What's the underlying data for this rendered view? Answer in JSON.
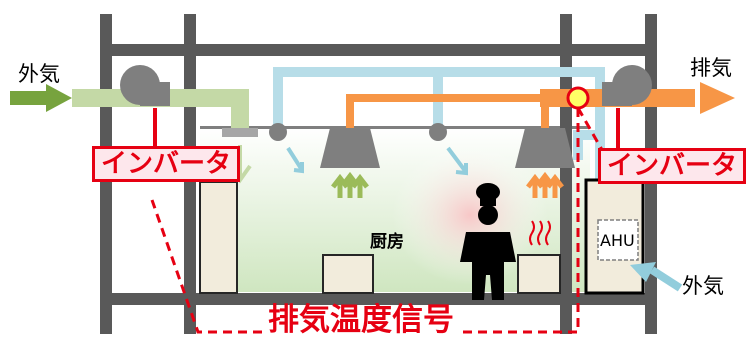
{
  "labels": {
    "outside_air_left": "外気",
    "exhaust": "排気",
    "inverter_left": "インバータ",
    "inverter_right": "インバータ",
    "kitchen": "厨房",
    "ahu": "AHU",
    "outside_air_right": "外気",
    "exhaust_temp_signal": "排気温度信号"
  },
  "colors": {
    "structure": "#595959",
    "supply_duct": "#c4d9a6",
    "fresh_air_arrow": "#77a33e",
    "conditioned_duct": "#b7dde8",
    "exhaust_duct": "#f79646",
    "signal": "#e60012",
    "equipment": "#7f7f7f",
    "sensor": "#ffff66"
  }
}
